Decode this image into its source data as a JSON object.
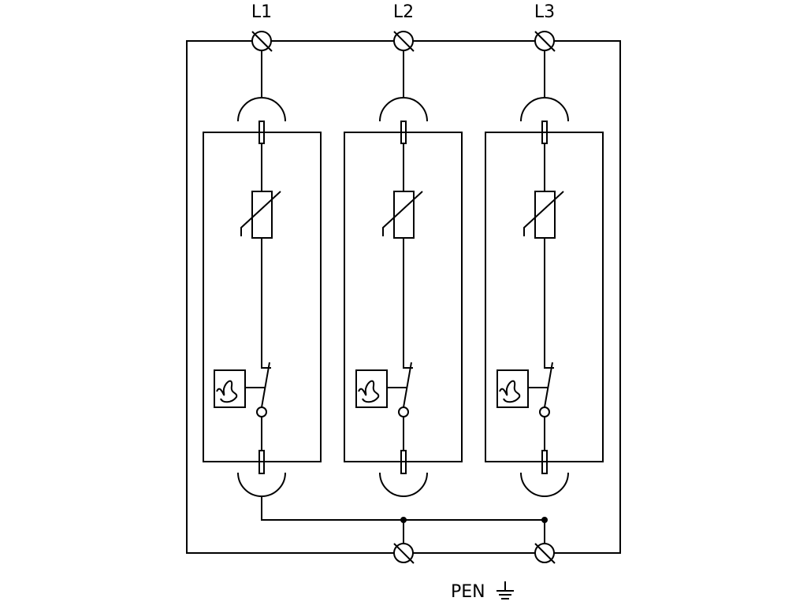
{
  "diagram": {
    "title_phases": [
      "L1",
      "L2",
      "L3"
    ],
    "ground_label": "PEN",
    "ground_symbol": "earth-ground-icon",
    "modules": [
      {
        "phase": "L1",
        "components": [
          "plug-contact-top",
          "fuse-terminal",
          "varistor",
          "thermal-disconnector",
          "switch",
          "fuse-terminal",
          "plug-contact-bottom"
        ]
      },
      {
        "phase": "L2",
        "components": [
          "plug-contact-top",
          "fuse-terminal",
          "varistor",
          "thermal-disconnector",
          "switch",
          "fuse-terminal",
          "plug-contact-bottom"
        ]
      },
      {
        "phase": "L3",
        "components": [
          "plug-contact-top",
          "fuse-terminal",
          "varistor",
          "thermal-disconnector",
          "switch",
          "fuse-terminal",
          "plug-contact-bottom"
        ]
      }
    ],
    "colors": {
      "line": "#000000",
      "background": "#ffffff"
    }
  }
}
